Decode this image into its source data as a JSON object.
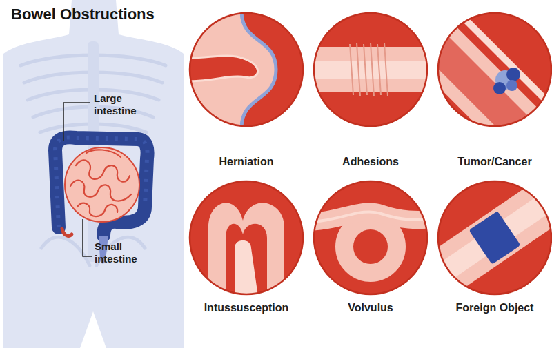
{
  "diagram": {
    "title": "Bowel Obstructions",
    "nodes": [
      {
        "text": [
          "Herniation"
        ]
      },
      {
        "text": [
          "Adhesions"
        ]
      },
      {
        "text": [
          "Tumor/Cancer"
        ]
      },
      {
        "text": [
          "Intussusception"
        ]
      },
      {
        "text": [
          "Volvulus"
        ]
      },
      {
        "text": [
          "Foreign Object"
        ]
      }
    ],
    "labels": [
      "Large intestine",
      "Small intestine"
    ]
  }
}
